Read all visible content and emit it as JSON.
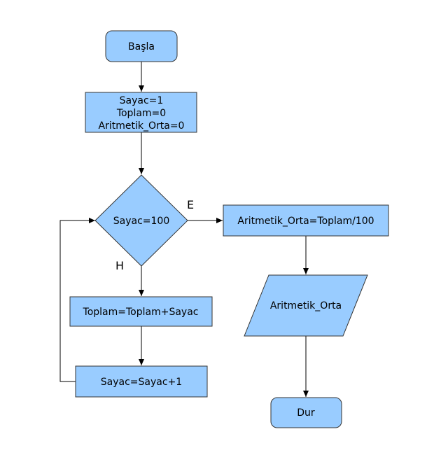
{
  "diagram": {
    "nodes": {
      "start": {
        "shape": "rounded-rectangle",
        "label": "Başla"
      },
      "init": {
        "shape": "rectangle",
        "lines": [
          "Sayac=1",
          "Toplam=0",
          "Aritmetik_Orta=0"
        ]
      },
      "decision": {
        "shape": "diamond",
        "label": "Sayac=100"
      },
      "sum_step": {
        "shape": "rectangle",
        "label": "Toplam=Toplam+Sayac"
      },
      "increment": {
        "shape": "rectangle",
        "label": "Sayac=Sayac+1"
      },
      "average": {
        "shape": "rectangle",
        "label": "Aritmetik_Orta=Toplam/100"
      },
      "output": {
        "shape": "parallelogram",
        "label": "Aritmetik_Orta"
      },
      "end": {
        "shape": "rounded-rectangle",
        "label": "Dur"
      }
    },
    "edges": [
      {
        "from": "start",
        "to": "init"
      },
      {
        "from": "init",
        "to": "decision"
      },
      {
        "from": "decision",
        "to": "average",
        "label": "E"
      },
      {
        "from": "decision",
        "to": "sum_step",
        "label": "H"
      },
      {
        "from": "sum_step",
        "to": "increment"
      },
      {
        "from": "increment",
        "to": "decision"
      },
      {
        "from": "average",
        "to": "output"
      },
      {
        "from": "output",
        "to": "end"
      }
    ],
    "colors": {
      "node_fill": "#99ccff",
      "node_stroke": "#333333",
      "edge": "#000000"
    }
  }
}
